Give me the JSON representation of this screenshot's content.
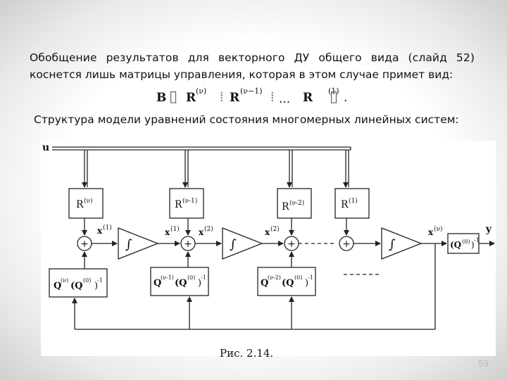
{
  "paragraph": {
    "line1": "Обобщение результатов для векторного ДУ общего вида   (слайд 52)",
    "line2": "коснется лишь матрицы управления, которая в этом случае примет вид:"
  },
  "formula": {
    "B": "B",
    "R1": "R",
    "sup1": "(ν)",
    "R2": "R",
    "sup2": "(ν−1)",
    "dots": "...",
    "R3": "R",
    "sup3": "(1)",
    "period": "."
  },
  "structure_caption": "Структура модели уравнений состояния многомерных линейных систем:",
  "diagram": {
    "input_label": "u",
    "output_label": "y",
    "r_blocks": [
      "R",
      "R",
      "R",
      "R"
    ],
    "r_sups": [
      "(ν)",
      "(ν-1)",
      "(ν-2)",
      "(1)"
    ],
    "q_blocks": [
      "Q",
      "Q",
      "Q"
    ],
    "q_sups": [
      "(ν)",
      "(ν-1)",
      "(ν-2)"
    ],
    "q_mid": "(Q",
    "q_mid_sup": "(0)",
    "q_tail": ")",
    "q_inv": "-1",
    "out_block": "(Q",
    "out_sup": "(0)",
    "out_tail": ")",
    "out_inv": "-1",
    "x_label": "x",
    "x_sups": [
      "(1)",
      "(1)",
      "(2)",
      "(2)",
      "(ν)"
    ],
    "plus": "+",
    "integral": "∫"
  },
  "fig_caption": "Рис. 2.14.",
  "page_number": "59"
}
